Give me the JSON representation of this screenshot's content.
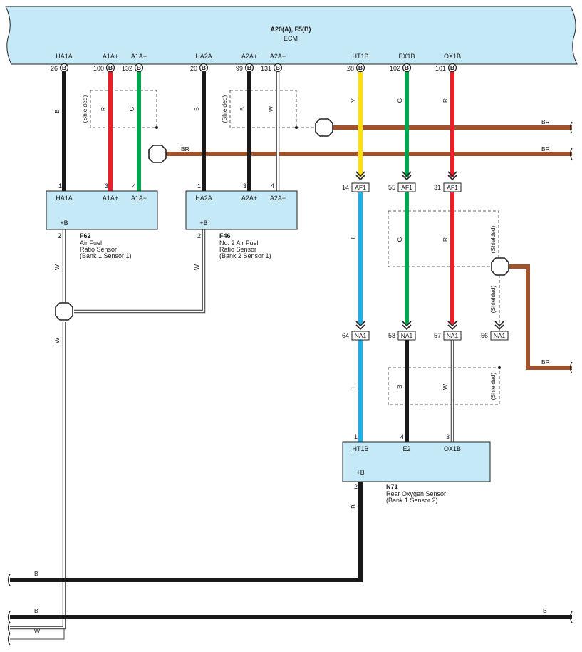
{
  "ecm": {
    "connector": "A20(A), F5(B)",
    "name": "ECM",
    "terminals": [
      {
        "name": "HA1A",
        "pin": "26",
        "conn": "B"
      },
      {
        "name": "A1A+",
        "pin": "100",
        "conn": "B"
      },
      {
        "name": "A1A−",
        "pin": "132",
        "conn": "B"
      },
      {
        "name": "HA2A",
        "pin": "20",
        "conn": "B"
      },
      {
        "name": "A2A+",
        "pin": "99",
        "conn": "B"
      },
      {
        "name": "A2A−",
        "pin": "131",
        "conn": "B"
      },
      {
        "name": "HT1B",
        "pin": "28",
        "conn": "B"
      },
      {
        "name": "EX1B",
        "pin": "102",
        "conn": "B"
      },
      {
        "name": "OX1B",
        "pin": "101",
        "conn": "B"
      }
    ]
  },
  "wire_colors": {
    "B": "#1a1a1a",
    "R": "#e8202a",
    "G": "#00a64f",
    "W": "#ffffff",
    "Y": "#ffe100",
    "L": "#1ab0ec",
    "BR": "#a0522d"
  },
  "wire_labels": {
    "ha1a": "B",
    "a1ap": "R",
    "a1am": "G",
    "ha2a": "B",
    "a2ap": "B",
    "a2am": "W",
    "ht1b": "Y",
    "ex1b": "G",
    "ox1b": "R",
    "ht1b_mid": "L",
    "ex1b_mid": "G",
    "ox1b_mid": "R",
    "ht1b_low": "L",
    "ex1b_low": "B",
    "ox1b_low": "W",
    "f62_w": "W",
    "f46_w": "W",
    "w_down": "W",
    "n71_b": "B",
    "br_top": "BR",
    "br_second": "BR",
    "br_right": "BR",
    "bus_b1": "B",
    "bus_b2_left": "B",
    "bus_b2_right": "B",
    "bus_w": "W"
  },
  "shielded": "(Shielded)",
  "sensors": {
    "f62": {
      "code": "F62",
      "desc": [
        "Air Fuel",
        "Ratio Sensor",
        "(Bank 1 Sensor 1)"
      ],
      "terminals": [
        {
          "name": "HA1A",
          "pin": "1"
        },
        {
          "name": "A1A+",
          "pin": "3"
        },
        {
          "name": "A1A−",
          "pin": "4"
        }
      ],
      "plus_b": "+B",
      "plus_b_pin": "2"
    },
    "f46": {
      "code": "F46",
      "desc": [
        "No. 2 Air Fuel",
        "Ratio Sensor",
        "(Bank 2 Sensor 1)"
      ],
      "terminals": [
        {
          "name": "HA2A",
          "pin": "1"
        },
        {
          "name": "A2A+",
          "pin": "3"
        },
        {
          "name": "A2A−",
          "pin": "4"
        }
      ],
      "plus_b": "+B",
      "plus_b_pin": "2"
    },
    "n71": {
      "code": "N71",
      "desc": [
        "Rear Oxygen Sensor",
        "(Bank 1 Sensor 2)"
      ],
      "terminals": [
        {
          "name": "HT1B",
          "pin": "1"
        },
        {
          "name": "E2",
          "pin": "4"
        },
        {
          "name": "OX1B",
          "pin": "3"
        }
      ],
      "plus_b": "+B",
      "plus_b_pin": "2"
    }
  },
  "connectors": {
    "af1": [
      {
        "pin": "14",
        "label": "AF1"
      },
      {
        "pin": "55",
        "label": "AF1"
      },
      {
        "pin": "31",
        "label": "AF1"
      }
    ],
    "na1": [
      {
        "pin": "64",
        "label": "NA1"
      },
      {
        "pin": "58",
        "label": "NA1"
      },
      {
        "pin": "57",
        "label": "NA1"
      },
      {
        "pin": "56",
        "label": "NA1"
      }
    ]
  }
}
